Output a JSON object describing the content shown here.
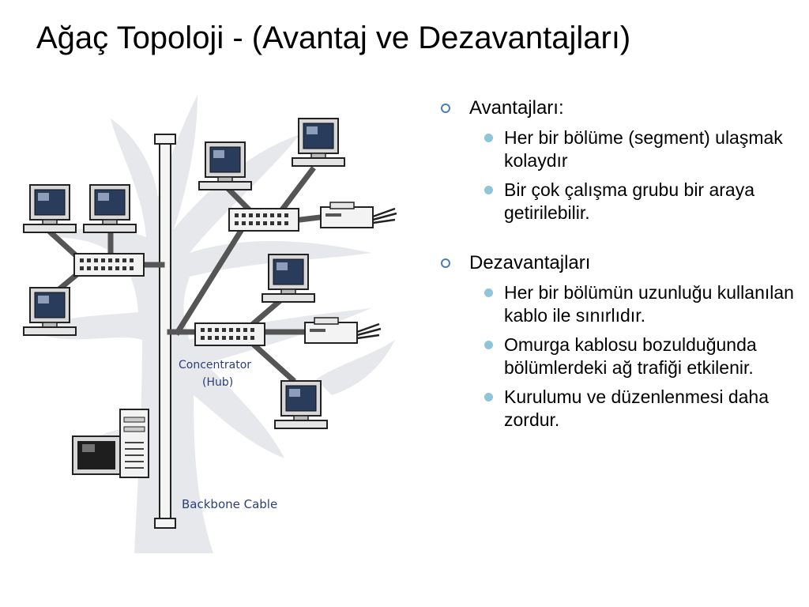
{
  "slide": {
    "title": "Ağaç Topoloji - (Avantaj ve Dezavantajları)"
  },
  "figure": {
    "hub_label_line1": "Concentrator",
    "hub_label_line2": "(Hub)",
    "backbone_label": "Backbone Cable"
  },
  "bullets": {
    "sections": [
      {
        "heading": "Avantajları:",
        "items": [
          "Her bir bölüme (segment) ulaşmak kolaydır",
          "Bir çok çalışma grubu bir araya getirilebilir."
        ]
      },
      {
        "heading": "Dezavantajları",
        "items": [
          "Her bir bölümün uzunluğu kullanılan kablo ile sınırlıdır.",
          "Omurga kablosu bozulduğunda bölümlerdeki ağ trafiği etkilenir.",
          "Kurulumu ve düzenlenmesi daha zordur."
        ]
      }
    ]
  },
  "colors": {
    "outer_bullet": "#4c7eb6",
    "inner_bullet": "#8ec5d9",
    "tree_fill": "#e6e8ec",
    "label_blue": "#2a3f7a"
  }
}
